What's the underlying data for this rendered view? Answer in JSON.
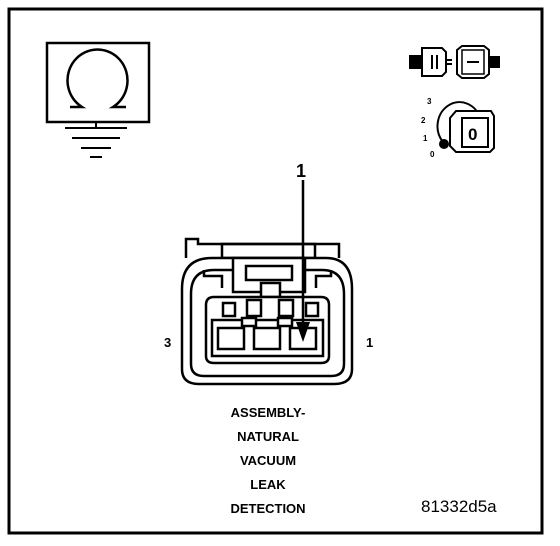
{
  "diagram": {
    "pin_callout": "1",
    "left_pin_label": "3",
    "right_pin_label": "1",
    "key_positions": [
      "3",
      "2",
      "1",
      "0"
    ],
    "key_face_label": "0",
    "caption_lines": [
      "ASSEMBLY-",
      "NATURAL",
      "VACUUM",
      "LEAK",
      "DETECTION"
    ],
    "figure_id": "81332d5a"
  }
}
